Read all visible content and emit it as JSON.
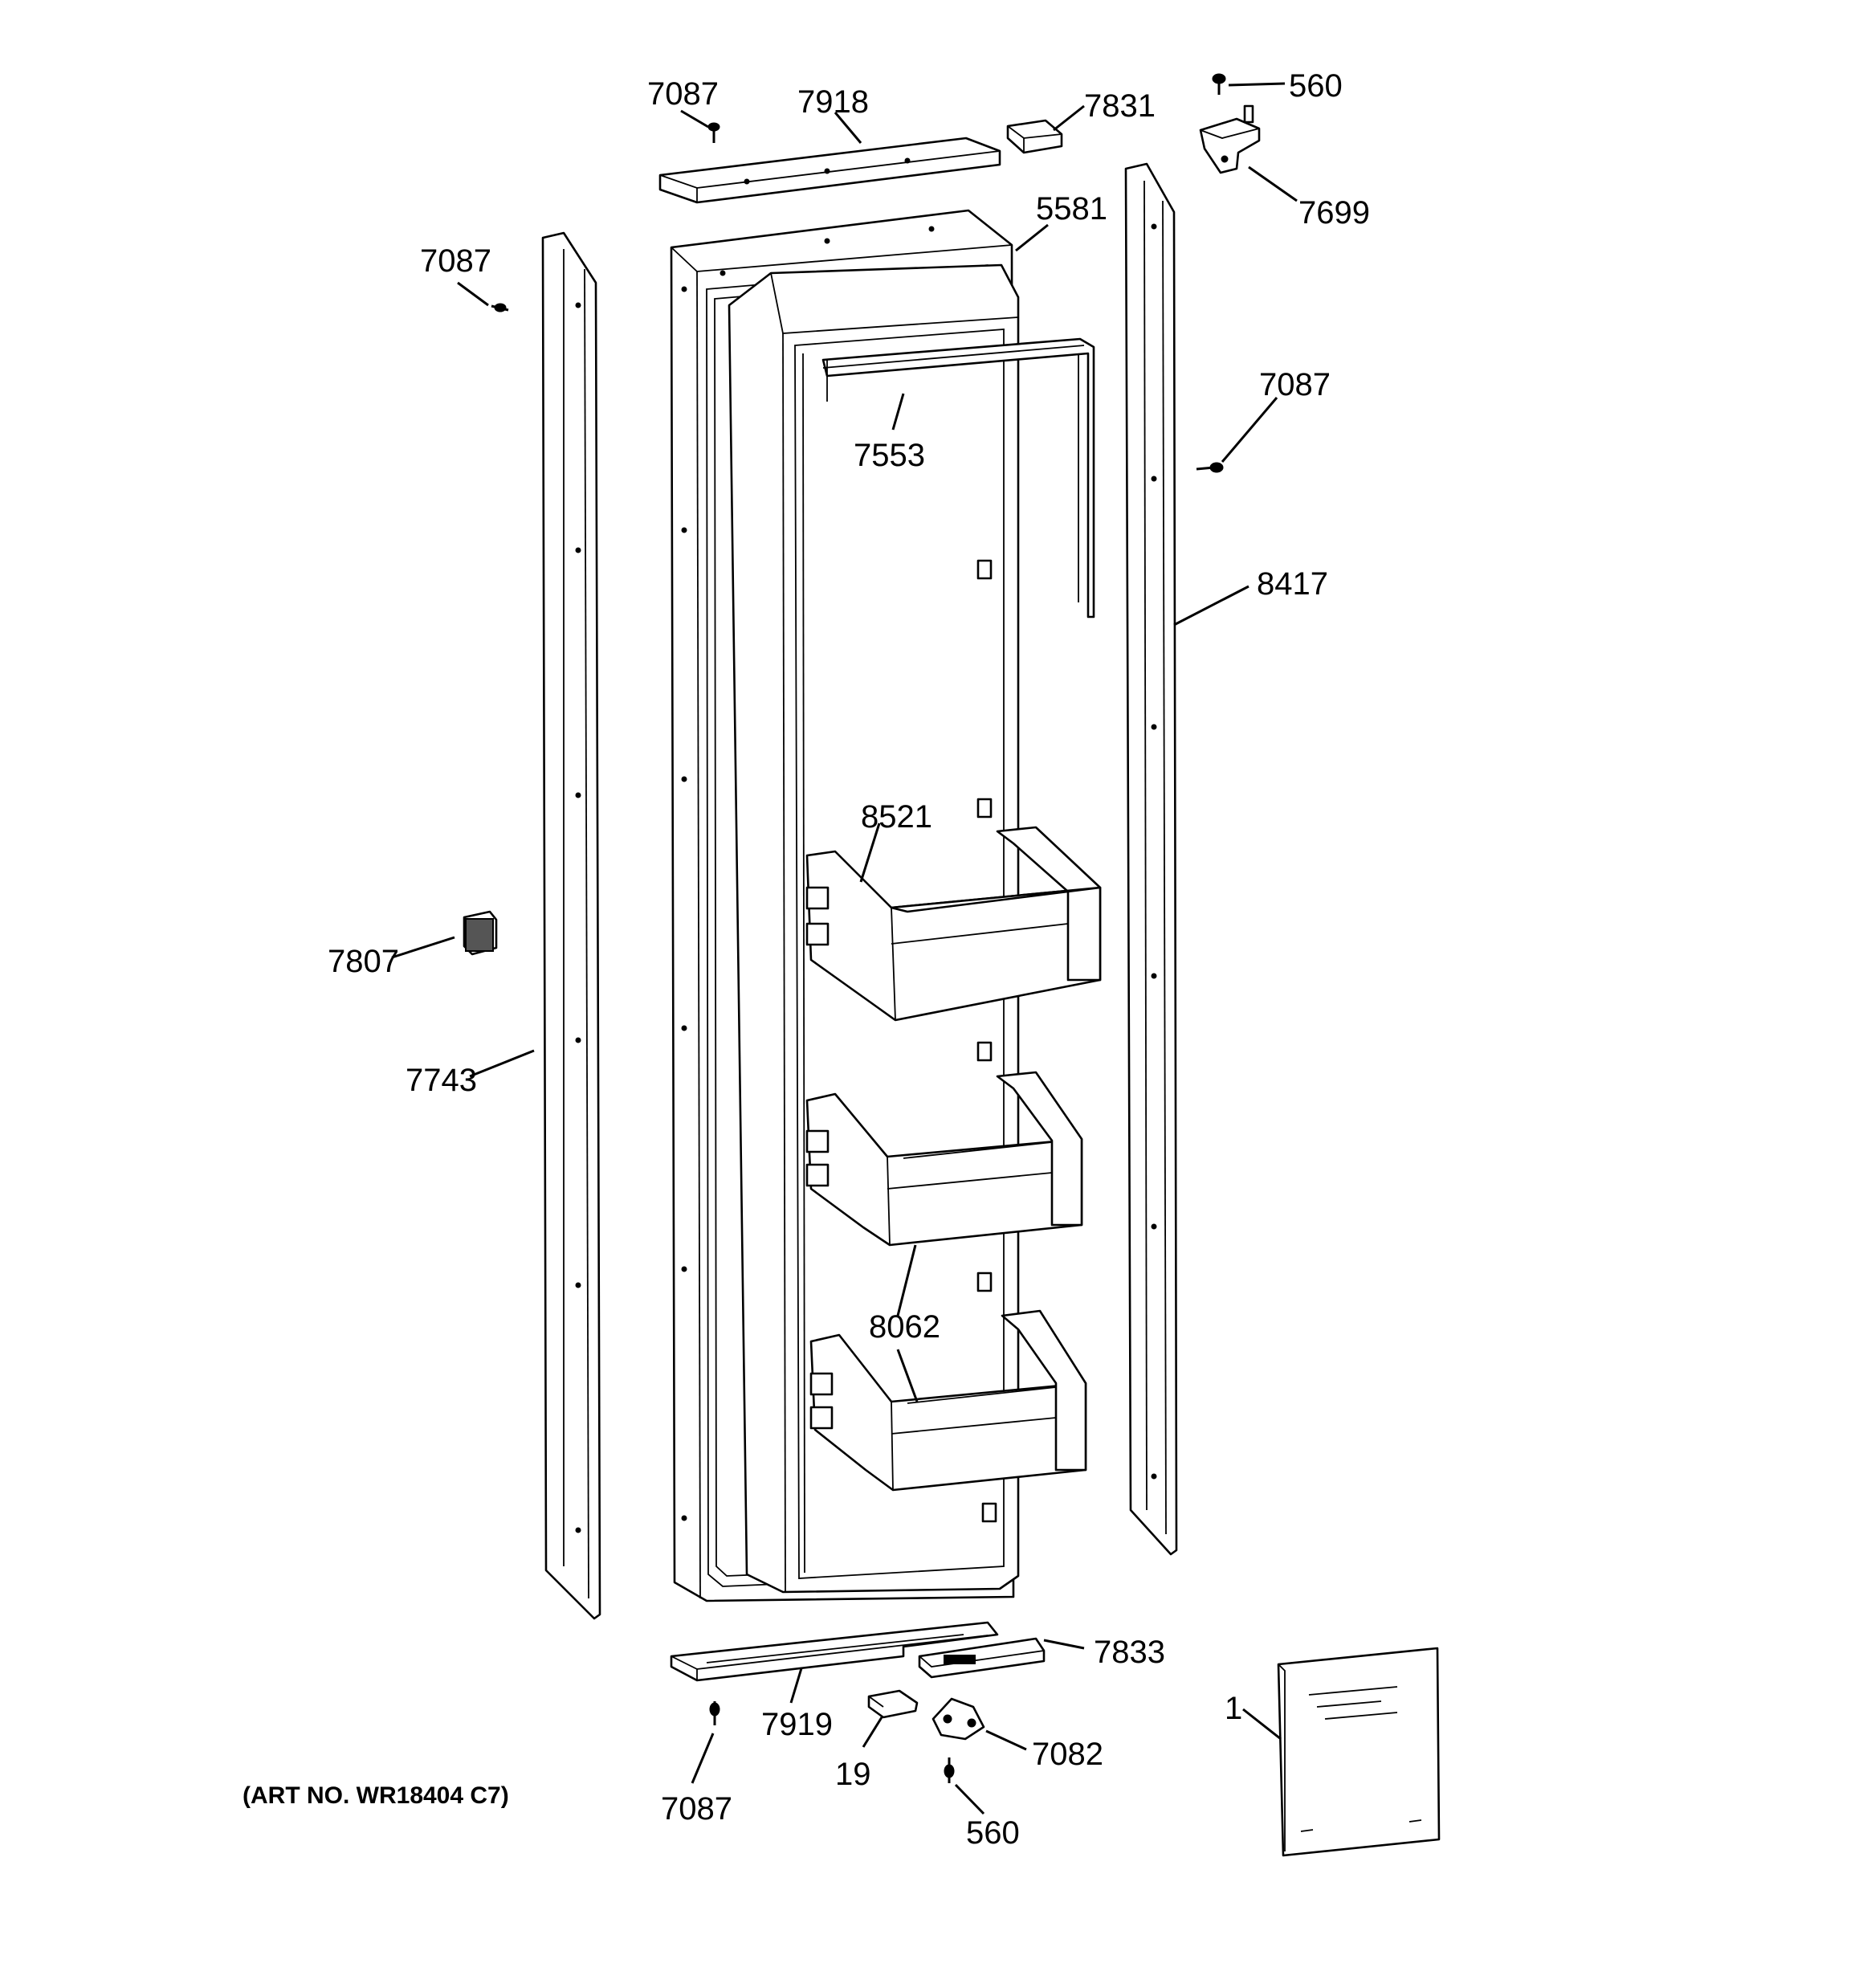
{
  "diagram": {
    "art_number": "(ART NO. WR18404 C7)",
    "callouts": [
      {
        "id": "c-7087-top",
        "text": "7087"
      },
      {
        "id": "c-7918",
        "text": "7918"
      },
      {
        "id": "c-7831",
        "text": "7831"
      },
      {
        "id": "c-560-top",
        "text": "560"
      },
      {
        "id": "c-7699",
        "text": "7699"
      },
      {
        "id": "c-5581",
        "text": "5581"
      },
      {
        "id": "c-7087-left",
        "text": "7087"
      },
      {
        "id": "c-7087-right",
        "text": "7087"
      },
      {
        "id": "c-7553",
        "text": "7553"
      },
      {
        "id": "c-8417",
        "text": "8417"
      },
      {
        "id": "c-8521",
        "text": "8521"
      },
      {
        "id": "c-7807",
        "text": "7807"
      },
      {
        "id": "c-7743",
        "text": "7743"
      },
      {
        "id": "c-8062",
        "text": "8062"
      },
      {
        "id": "c-7833",
        "text": "7833"
      },
      {
        "id": "c-7919",
        "text": "7919"
      },
      {
        "id": "c-7082",
        "text": "7082"
      },
      {
        "id": "c-1",
        "text": "1"
      },
      {
        "id": "c-19",
        "text": "19"
      },
      {
        "id": "c-7087-bottom",
        "text": "7087"
      },
      {
        "id": "c-560-bottom",
        "text": "560"
      }
    ]
  }
}
